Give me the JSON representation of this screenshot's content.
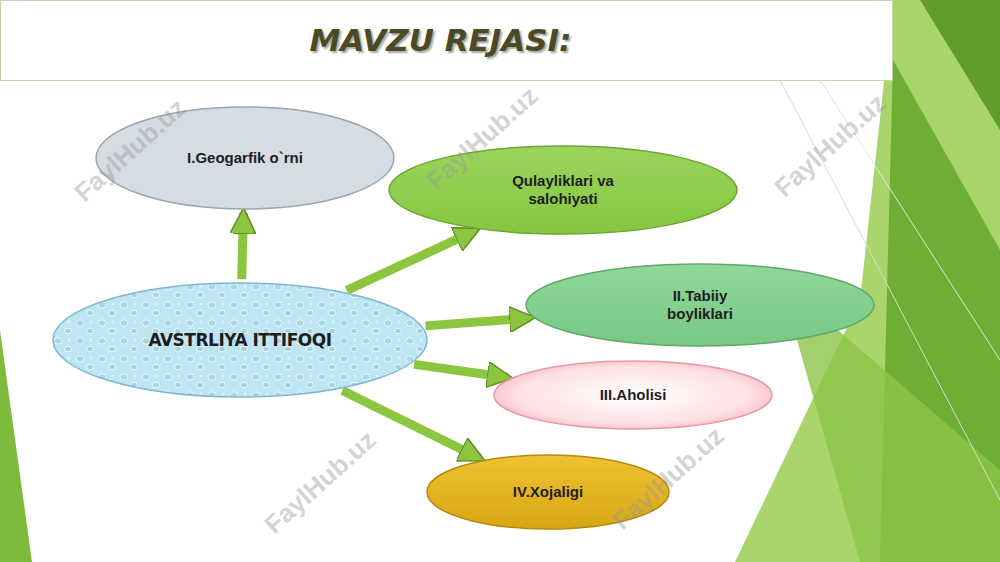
{
  "diagram": {
    "title": "MAVZU REJASI:",
    "nodes": [
      {
        "text": [
          "AVSTRLIYA ITTIFOQI"
        ]
      },
      {
        "text": [
          "I.Geogarfik o`rni"
        ]
      },
      {
        "text": [
          "Qulayliklari va salohiyati"
        ]
      },
      {
        "text": [
          "II.Tabiiy boyliklari"
        ]
      },
      {
        "text": [
          "III.Aholisi"
        ]
      },
      {
        "text": [
          "IV.Xojaligi"
        ]
      }
    ],
    "edges": [
      {
        "from": 0,
        "to": 1,
        "arrow": "to"
      },
      {
        "from": 0,
        "to": 2,
        "arrow": "to"
      },
      {
        "from": 0,
        "to": 3,
        "arrow": "to"
      },
      {
        "from": 0,
        "to": 4,
        "arrow": "to"
      },
      {
        "from": 0,
        "to": 5,
        "arrow": "to"
      }
    ],
    "labels": [
      "FaylHub.uz",
      "FaylHub.uz",
      "FaylHub.uz",
      "FaylHub.uz",
      "FaylHub.uz"
    ]
  }
}
